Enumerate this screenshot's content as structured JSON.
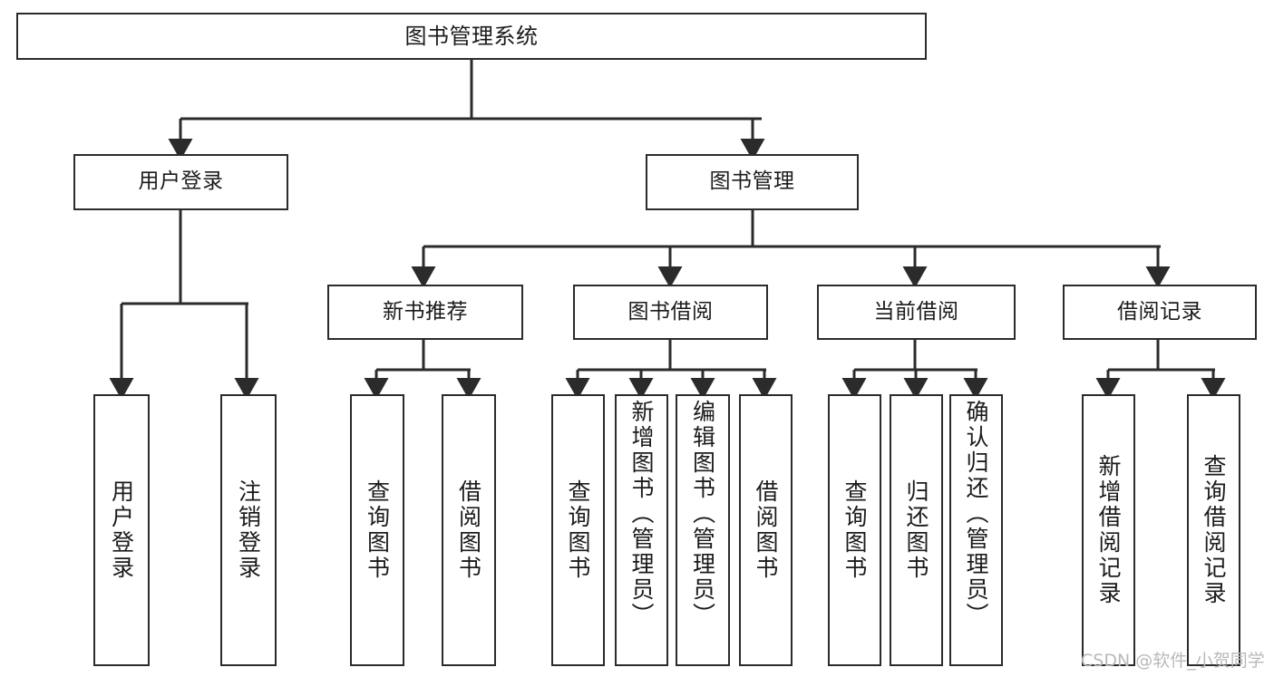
{
  "diagram": {
    "title": "图书管理系统",
    "type": "hierarchy-tree",
    "watermark": "CSDN @软件_小贺同学",
    "colors": {
      "stroke": "#2b2b2b",
      "background": "#ffffff",
      "text": "#1b1b1b",
      "watermark": "#b9b9b9"
    },
    "nodes": {
      "root": {
        "label": "图书管理系统"
      },
      "level2": [
        {
          "label": "用户登录"
        },
        {
          "label": "图书管理"
        }
      ],
      "level3": [
        {
          "label": "新书推荐"
        },
        {
          "label": "图书借阅"
        },
        {
          "label": "当前借阅"
        },
        {
          "label": "借阅记录"
        }
      ],
      "leaves": {
        "user_login": [
          {
            "label": "用户登录"
          },
          {
            "label": "注销登录"
          }
        ],
        "new_book": [
          {
            "label": "查询图书"
          },
          {
            "label": "借阅图书"
          }
        ],
        "book_borrow": [
          {
            "label": "查询图书"
          },
          {
            "label": "新增图书（管理员）"
          },
          {
            "label": "编辑图书（管理员）"
          },
          {
            "label": "借阅图书"
          }
        ],
        "current_borrow": [
          {
            "label": "查询图书"
          },
          {
            "label": "归还图书"
          },
          {
            "label": "确认归还（管理员）"
          }
        ],
        "borrow_record": [
          {
            "label": "新增借阅记录"
          },
          {
            "label": "查询借阅记录"
          }
        ]
      }
    }
  }
}
